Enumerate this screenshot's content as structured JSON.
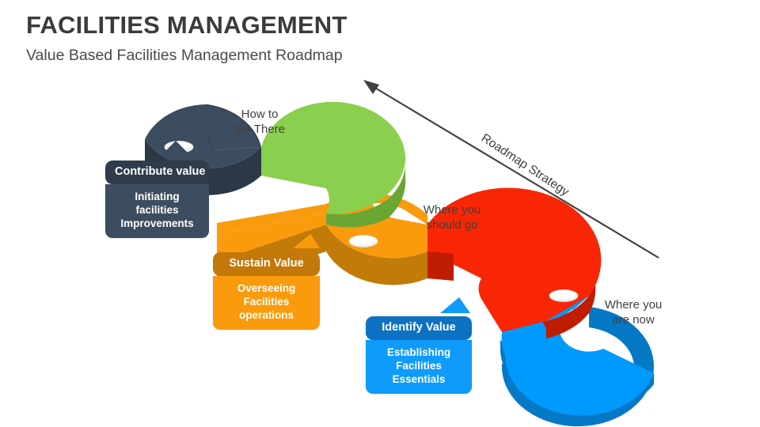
{
  "header": {
    "title": "FACILITIES MANAGEMENT",
    "subtitle": "Value Based Facilities Management Roadmap"
  },
  "annotations": {
    "stage_top": "How to\nget There",
    "stage_middle": "Where you\nshould go",
    "stage_bottom": "Where you\nare now",
    "arrow_label": "Roadmap Strategy"
  },
  "callouts": [
    {
      "id": "contribute",
      "title": "Contribute value",
      "description": "Initiating facilities\nImprovements",
      "color": "#3d4d60",
      "header_color": "#2f3c4c"
    },
    {
      "id": "sustain",
      "title": "Sustain Value",
      "description": "Overseeing\nFacilities operations",
      "color": "#f99b0c",
      "header_color": "#c4780a"
    },
    {
      "id": "identify",
      "title": "Identify Value",
      "description": "Establishing\nFacilities Essentials",
      "color": "#0e9bfc",
      "header_color": "#0d72c4"
    }
  ],
  "ribbon_segments": [
    {
      "name": "contribute-segment",
      "color": "#3d4d60",
      "side_color": "#2b3846"
    },
    {
      "name": "how-to-get-there-segment",
      "color": "#8bcf4e",
      "side_color": "#6aa634"
    },
    {
      "name": "sustain-segment",
      "color": "#f99b0c",
      "side_color": "#c27b09"
    },
    {
      "name": "identify-segment",
      "color": "#f92605",
      "side_color": "#c01c02"
    },
    {
      "name": "where-you-are-now-segment",
      "color": "#0099fc",
      "side_color": "#0578c6"
    }
  ],
  "colors": {
    "background": "#ffffff",
    "title_text": "#3b3b3b",
    "body_text": "#404040",
    "arrow": "#3f3f3f",
    "marker": "#ffffff"
  }
}
